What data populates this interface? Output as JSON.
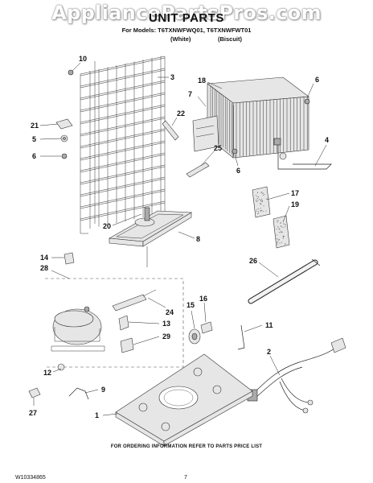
{
  "watermark": "AppliancePartsPros.com",
  "header": {
    "title": "UNIT PARTS",
    "models": "For Models: T6TXNWFWQ01, T6TXNWFWT01",
    "variant_1": "(White)",
    "variant_2": "(Biscuit)"
  },
  "footer": {
    "ordering_note": "FOR ORDERING INFORMATION REFER TO PARTS PRICE LIST",
    "document_number": "W10334865",
    "page_number": "7"
  },
  "callouts": [
    "10",
    "3",
    "18",
    "7",
    "6",
    "22",
    "21",
    "5",
    "6",
    "25",
    "6",
    "4",
    "17",
    "19",
    "20",
    "8",
    "14",
    "28",
    "26",
    "24",
    "13",
    "29",
    "15",
    "16",
    "11",
    "2",
    "12",
    "9",
    "27",
    "1"
  ]
}
